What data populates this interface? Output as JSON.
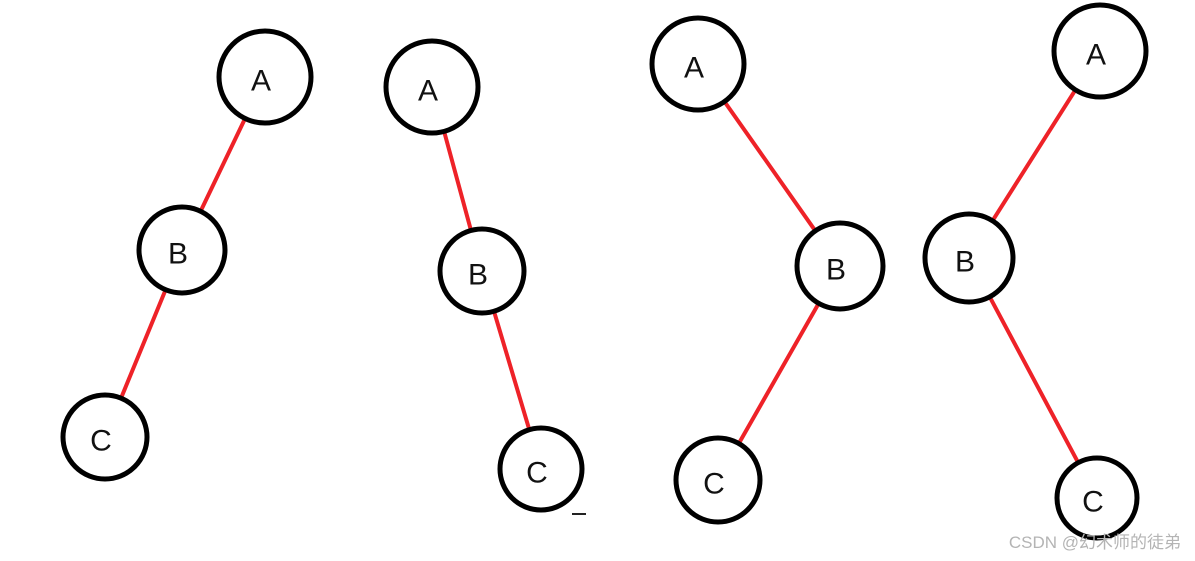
{
  "colors": {
    "edge": "#ee2228",
    "node_outline": "#000000",
    "node_fill": "#ffffff",
    "watermark": "#b4b4b4"
  },
  "trees": [
    {
      "nodes": [
        {
          "id": "A",
          "label": "A"
        },
        {
          "id": "B",
          "label": "B"
        },
        {
          "id": "C",
          "label": "C"
        }
      ],
      "edges": [
        [
          "A",
          "B"
        ],
        [
          "B",
          "C"
        ]
      ]
    },
    {
      "nodes": [
        {
          "id": "A",
          "label": "A"
        },
        {
          "id": "B",
          "label": "B"
        },
        {
          "id": "C",
          "label": "C"
        }
      ],
      "edges": [
        [
          "A",
          "B"
        ],
        [
          "B",
          "C"
        ]
      ]
    },
    {
      "nodes": [
        {
          "id": "A",
          "label": "A"
        },
        {
          "id": "B",
          "label": "B"
        },
        {
          "id": "C",
          "label": "C"
        }
      ],
      "edges": [
        [
          "A",
          "B"
        ],
        [
          "B",
          "C"
        ]
      ]
    },
    {
      "nodes": [
        {
          "id": "A",
          "label": "A"
        },
        {
          "id": "B",
          "label": "B"
        },
        {
          "id": "C",
          "label": "C"
        }
      ],
      "edges": [
        [
          "A",
          "B"
        ],
        [
          "B",
          "C"
        ]
      ]
    }
  ],
  "watermark": "CSDN @幻术师的徒弟"
}
